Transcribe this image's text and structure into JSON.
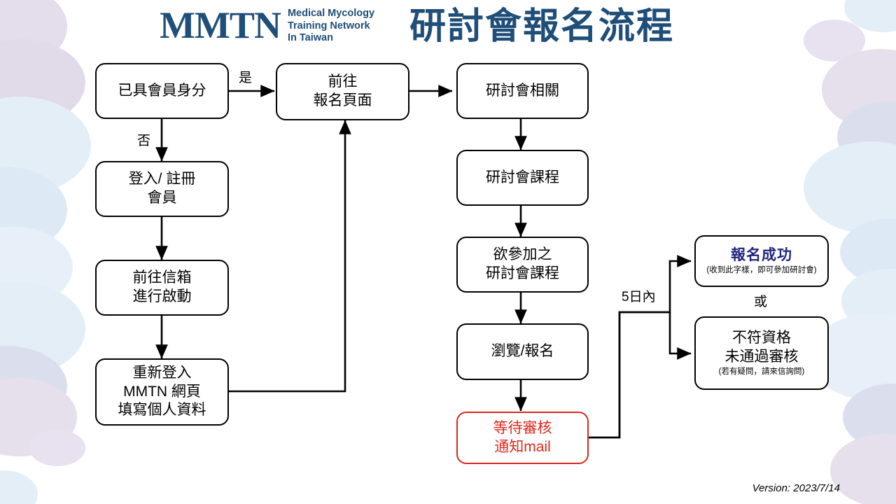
{
  "header": {
    "logo_mark": "MMTN",
    "logo_sub_line1": "Medical Mycology",
    "logo_sub_line2": "Training Network",
    "logo_sub_line3": "In Taiwan",
    "title": "研討會報名流程",
    "brand_color": "#1f4e79"
  },
  "footer": {
    "version": "Version: 2023/7/14"
  },
  "flow": {
    "nodes": [
      {
        "id": "member-status",
        "line1": "已具會員身分"
      },
      {
        "id": "go-register-page",
        "line1": "前往",
        "line2": "報名頁面"
      },
      {
        "id": "seminar-related",
        "line1": "研討會相關"
      },
      {
        "id": "login-register",
        "line1": "登入/ 註冊",
        "line2": "會員"
      },
      {
        "id": "seminar-course",
        "line1": "研討會課程"
      },
      {
        "id": "go-mailbox",
        "line1": "前往信箱",
        "line2": "進行啟動"
      },
      {
        "id": "desired-course",
        "line1": "欲參加之",
        "line2": "研討會課程"
      },
      {
        "id": "register-success",
        "title": "報名成功",
        "note": "(收到此字樣，即可參加研討會)"
      },
      {
        "id": "browse-register",
        "line1": "瀏覽/報名"
      },
      {
        "id": "not-qualified",
        "line1": "不符資格",
        "line2": "未通過審核",
        "note": "(若有疑問，請來信詢問)"
      },
      {
        "id": "relogin-fill",
        "line1": "重新登入",
        "line2": "MMTN 網頁",
        "line3": "填寫個人資料"
      },
      {
        "id": "await-review",
        "line1": "等待審核",
        "line2": "通知mail",
        "color": "#e02a1e"
      }
    ],
    "labels": {
      "yes": "是",
      "no": "否",
      "within_5_days": "5日內",
      "or": "或"
    }
  }
}
